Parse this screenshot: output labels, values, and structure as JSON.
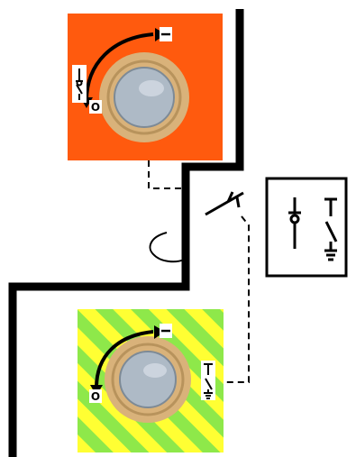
{
  "top_switch": {
    "on_label": "I",
    "off_label": "O",
    "panel_color": "#ff5a0e",
    "knob_ring_color": "#d9b27a",
    "knob_face_color": "#aebac6"
  },
  "bottom_switch": {
    "on_label": "I",
    "off_label": "O",
    "panel_colors": [
      "#ffff33",
      "#8ee84a"
    ],
    "knob_ring_color": "#d9b27a",
    "knob_face_color": "#aebac6"
  },
  "legend": {
    "symbols": [
      "disconnector-symbol",
      "earthing-switch-symbol"
    ]
  },
  "colors": {
    "wall": "#000000",
    "link": "#000000"
  }
}
